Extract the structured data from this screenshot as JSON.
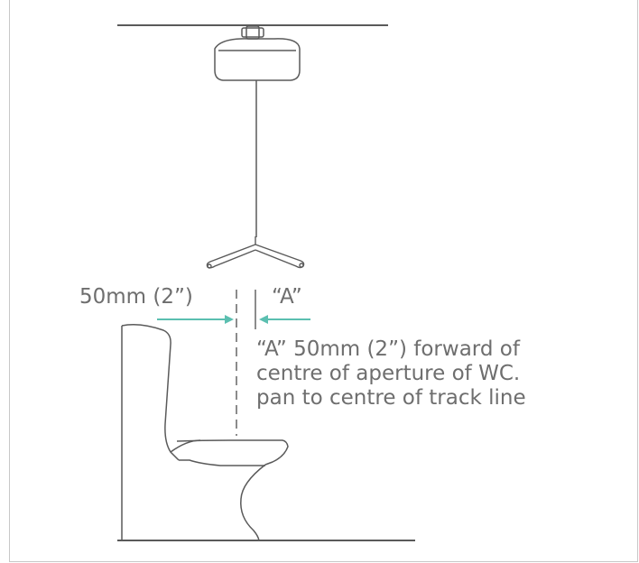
{
  "labels": {
    "offset_dimension": "50mm (2”)",
    "point_a": "“A”"
  },
  "note": {
    "line1": "“A” 50mm (2”) forward of",
    "line2": "centre of aperture of WC.",
    "line3": "pan to centre of track line"
  },
  "colors": {
    "line": "#5a5a5a",
    "text": "#6e6e6e",
    "arrow": "#5bbfb0",
    "frame": "#c8c8c8"
  }
}
